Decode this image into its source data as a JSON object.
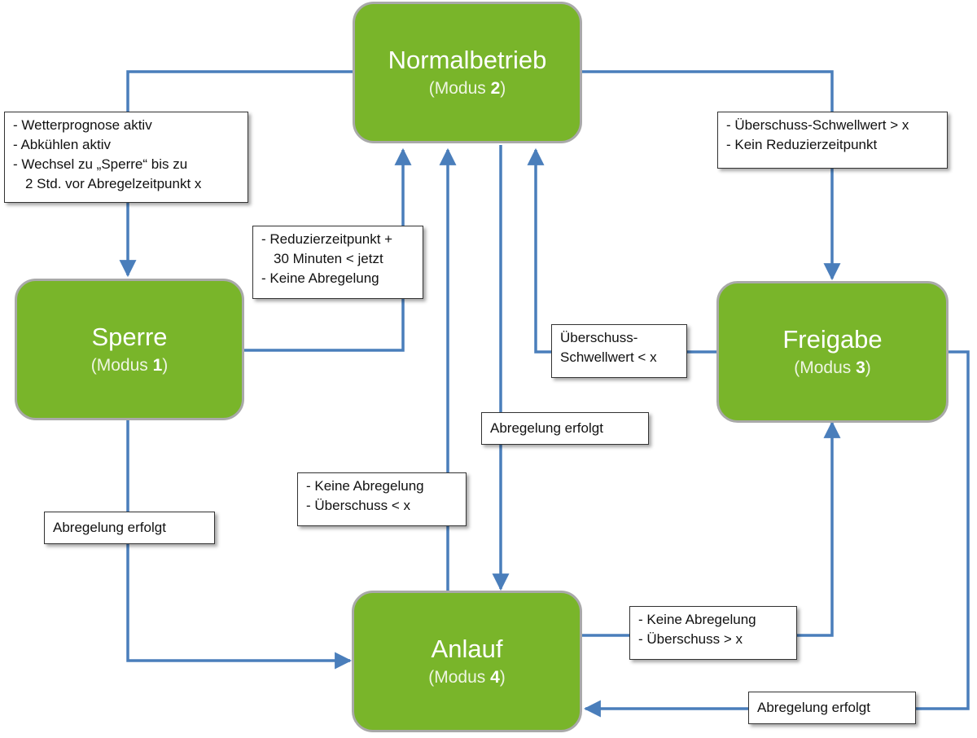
{
  "states": {
    "normal": {
      "title": "Normalbetrieb",
      "mode_prefix": "(Modus",
      "mode_number": "2",
      "mode_suffix": ")"
    },
    "sperre": {
      "title": "Sperre",
      "mode_prefix": "(Modus",
      "mode_number": "1",
      "mode_suffix": ")"
    },
    "freigabe": {
      "title": "Freigabe",
      "mode_prefix": "(Modus",
      "mode_number": "3",
      "mode_suffix": ")"
    },
    "anlauf": {
      "title": "Anlauf",
      "mode_prefix": "(Modus",
      "mode_number": "4",
      "mode_suffix": ")"
    }
  },
  "transitions": {
    "normal_to_sperre": [
      "- Wetterprognose aktiv",
      "- Abkühlen aktiv",
      "- Wechsel zu „Sperre“ bis zu",
      "2 Std. vor Abregelzeitpunkt x"
    ],
    "sperre_to_normal": [
      "- Reduzierzeitpunkt +",
      "30 Minuten < jetzt",
      "- Keine Abregelung"
    ],
    "normal_to_freigabe": [
      "- Überschuss-Schwellwert > x",
      "- Kein Reduzierzeitpunkt"
    ],
    "freigabe_to_normal": [
      "Überschuss-",
      "Schwellwert < x"
    ],
    "normal_to_anlauf": [
      "Abregelung erfolgt"
    ],
    "anlauf_to_normal": [
      "- Keine Abregelung",
      "- Überschuss < x"
    ],
    "sperre_to_anlauf": [
      "Abregelung erfolgt"
    ],
    "anlauf_to_freigabe": [
      "- Keine Abregelung",
      "- Überschuss > x"
    ],
    "freigabe_to_anlauf": [
      "Abregelung erfolgt"
    ]
  },
  "colors": {
    "state_fill": "#79b52a",
    "state_border": "#a9a9a9",
    "arrow": "#4a7ebb"
  }
}
